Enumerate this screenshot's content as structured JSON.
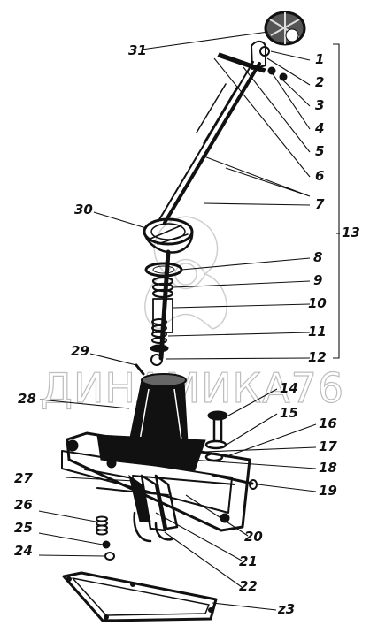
{
  "watermark": {
    "text": "ДИНАМИКА76"
  },
  "callouts": [
    {
      "id": "c1",
      "text": "1"
    },
    {
      "id": "c2",
      "text": "2"
    },
    {
      "id": "c3",
      "text": "3"
    },
    {
      "id": "c4",
      "text": "4"
    },
    {
      "id": "c5",
      "text": "5"
    },
    {
      "id": "c6",
      "text": "6"
    },
    {
      "id": "c7",
      "text": "7"
    },
    {
      "id": "c8",
      "text": "8"
    },
    {
      "id": "c9",
      "text": "9"
    },
    {
      "id": "c10",
      "text": "10"
    },
    {
      "id": "c11",
      "text": "11"
    },
    {
      "id": "c12",
      "text": "12"
    },
    {
      "id": "c13",
      "text": "13"
    },
    {
      "id": "c14",
      "text": "14"
    },
    {
      "id": "c15",
      "text": "15"
    },
    {
      "id": "c16",
      "text": "16"
    },
    {
      "id": "c17",
      "text": "17"
    },
    {
      "id": "c18",
      "text": "18"
    },
    {
      "id": "c19",
      "text": "19"
    },
    {
      "id": "c20",
      "text": "20"
    },
    {
      "id": "c21",
      "text": "21"
    },
    {
      "id": "c22",
      "text": "22"
    },
    {
      "id": "c23",
      "text": "z3"
    },
    {
      "id": "c24",
      "text": "24"
    },
    {
      "id": "c25",
      "text": "25"
    },
    {
      "id": "c26",
      "text": "26"
    },
    {
      "id": "c27",
      "text": "27"
    },
    {
      "id": "c28",
      "text": "28"
    },
    {
      "id": "c29",
      "text": "29"
    },
    {
      "id": "c30",
      "text": "30"
    },
    {
      "id": "c31",
      "text": "31"
    }
  ]
}
